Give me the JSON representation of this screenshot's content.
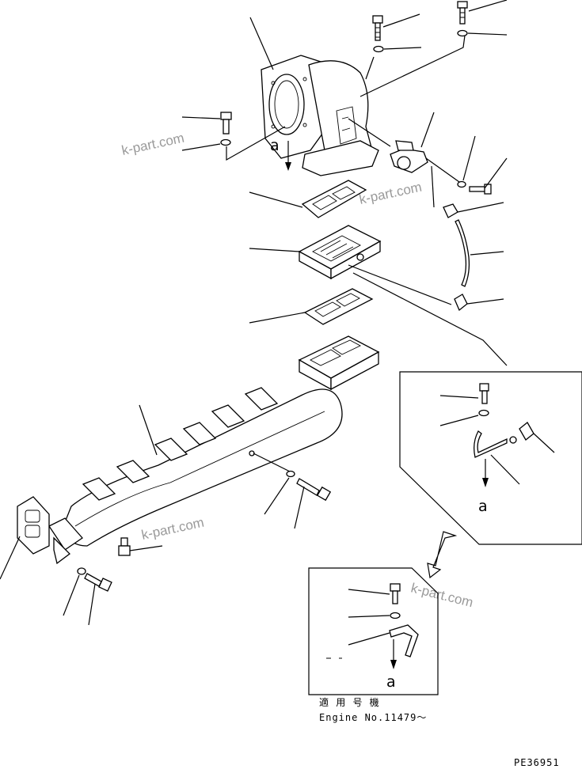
{
  "watermark": "k-part.com",
  "view_label": "a",
  "applicability_jp": "適 用 号 機",
  "applicability_en": "Engine No.11479～",
  "drawing_number": "PE36951"
}
